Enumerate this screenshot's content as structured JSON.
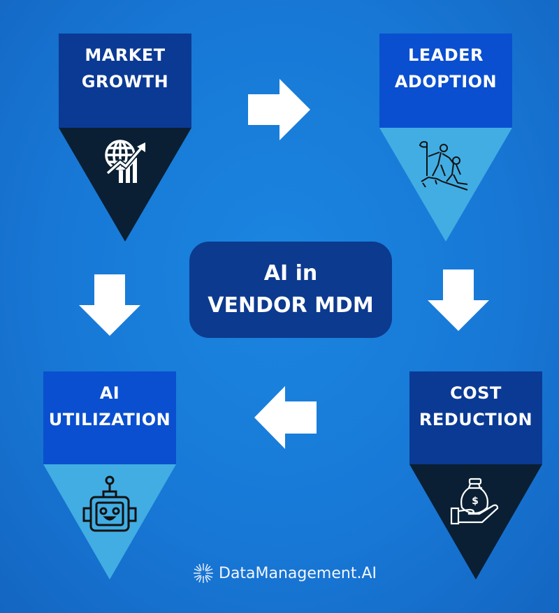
{
  "diagram": {
    "title_line1": "AI in",
    "title_line2": "VENDOR MDM",
    "steps": [
      {
        "id": "market-growth",
        "label": "MARKET\nGROWTH",
        "header_color": "#0b3a94",
        "triangle_color": "#0a1f33",
        "icon": "globe-growth-chart-icon"
      },
      {
        "id": "leader-adoption",
        "label": "LEADER\nADOPTION",
        "header_color": "#0a4fd0",
        "triangle_color": "#41ade3",
        "icon": "climbers-helping-icon"
      },
      {
        "id": "cost-reduction",
        "label": "COST\nREDUCTION",
        "header_color": "#0b3a94",
        "triangle_color": "#0a1f33",
        "icon": "hand-money-bag-icon"
      },
      {
        "id": "ai-utilization",
        "label": "AI\nUTILIZATION",
        "header_color": "#0a4fd0",
        "triangle_color": "#41ade3",
        "icon": "robot-icon"
      }
    ],
    "arrows": [
      {
        "from": "market-growth",
        "to": "leader-adoption",
        "direction": "right"
      },
      {
        "from": "leader-adoption",
        "to": "cost-reduction",
        "direction": "down"
      },
      {
        "from": "cost-reduction",
        "to": "ai-utilization",
        "direction": "left"
      },
      {
        "from": "market-growth",
        "to": "ai-utilization",
        "direction": "down"
      }
    ]
  },
  "brand": {
    "name": "DataManagement.AI",
    "icon": "starburst-icon"
  },
  "colors": {
    "background": "#1878d6",
    "dark_navy": "#0b3a94",
    "royal_blue": "#0a4fd0",
    "light_blue": "#41ade3",
    "near_black": "#0a1f33",
    "white": "#ffffff"
  }
}
